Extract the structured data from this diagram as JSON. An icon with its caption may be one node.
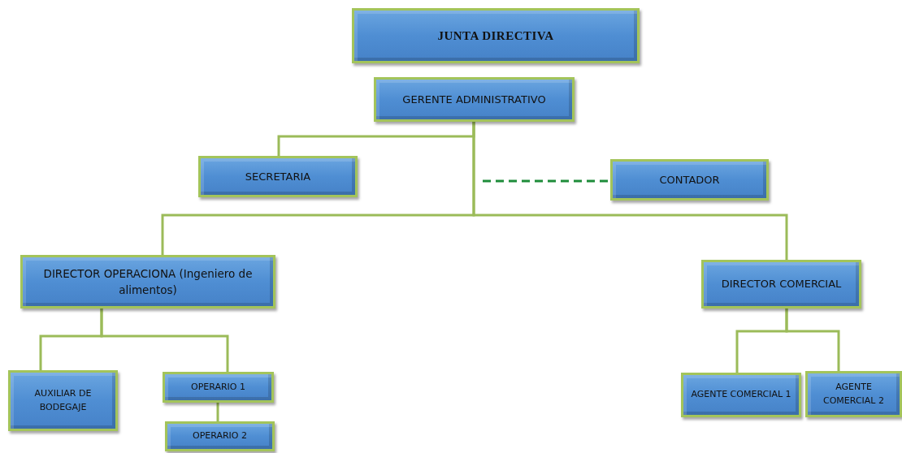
{
  "diagram": {
    "nodes": [
      {
        "text": [
          "JUNTA DIRECTIVA"
        ]
      },
      {
        "text": [
          "GERENTE ADMINISTRATIVO"
        ]
      },
      {
        "text": [
          "SECRETARIA"
        ]
      },
      {
        "text": [
          "CONTADOR"
        ]
      },
      {
        "text": [
          "DIRECTOR OPERACIONA (Ingeniero de alimentos)"
        ]
      },
      {
        "text": [
          "DIRECTOR COMERCIAL"
        ]
      },
      {
        "text": [
          "AUXILIAR DE BODEGAJE"
        ]
      },
      {
        "text": [
          "OPERARIO 1"
        ]
      },
      {
        "text": [
          "OPERARIO 2"
        ]
      },
      {
        "text": [
          "AGENTE COMERCIAL 1"
        ]
      },
      {
        "text": [
          "AGENTE COMERCIAL 2"
        ]
      }
    ],
    "edges": [
      {
        "from": 1,
        "to": 2,
        "arrow": "none"
      },
      {
        "from": null,
        "to": 3,
        "arrow": "none",
        "style": "dashed",
        "color": "#1e8c3a"
      },
      {
        "from": 1,
        "to": 4,
        "arrow": "none"
      },
      {
        "from": 1,
        "to": 5,
        "arrow": "none"
      },
      {
        "from": 4,
        "to": 6,
        "arrow": "none"
      },
      {
        "from": 4,
        "to": 7,
        "arrow": "none"
      },
      {
        "from": 7,
        "to": 8,
        "arrow": "none"
      },
      {
        "from": 5,
        "to": 9,
        "arrow": "none"
      },
      {
        "from": 5,
        "to": 10,
        "arrow": "none"
      }
    ]
  }
}
